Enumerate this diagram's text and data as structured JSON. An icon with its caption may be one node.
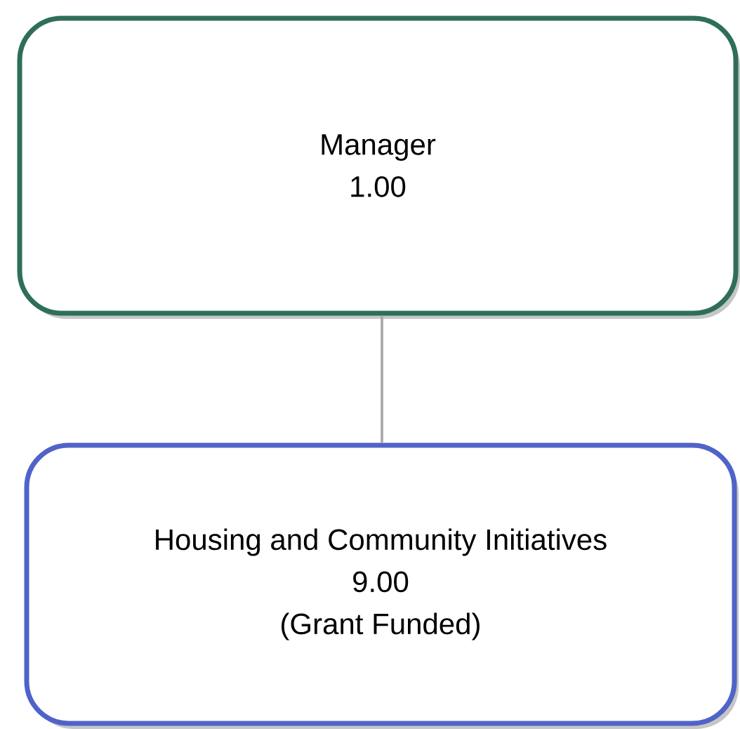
{
  "diagram": {
    "nodes": [
      {
        "text": [
          "Manager",
          "1.00"
        ]
      },
      {
        "text": [
          "Housing and Community Initiatives",
          "9.00",
          "(Grant Funded)"
        ]
      }
    ],
    "edges": [
      {
        "from": 0,
        "to": 1,
        "arrow": "none"
      }
    ]
  }
}
